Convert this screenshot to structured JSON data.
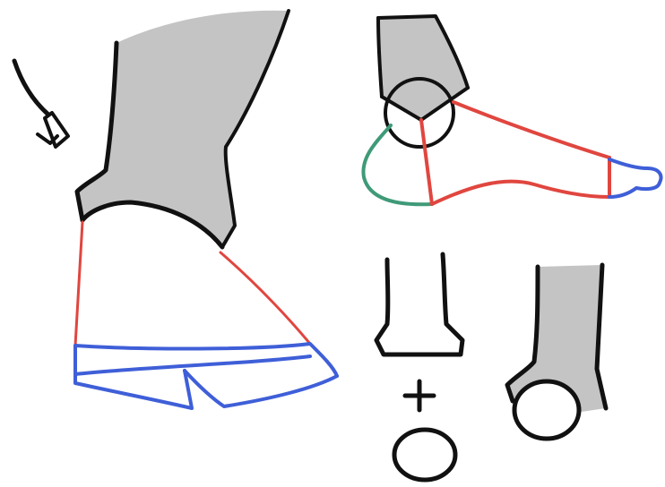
{
  "colors": {
    "background": "#ffffff",
    "shading": "#c4c4c4",
    "ink": "#111111",
    "red": "#e0463f",
    "blue": "#3f5fd8",
    "green": "#3f9a78"
  },
  "figures": [
    {
      "name": "front-foot-view",
      "icon": "foot-front-view"
    },
    {
      "name": "side-foot-view",
      "icon": "foot-side-view"
    },
    {
      "name": "leg-plus-circle-construction",
      "icon": "leg-block-plus-circle"
    },
    {
      "name": "ankle-ball-view",
      "icon": "leg-with-ankle-ball"
    }
  ],
  "symbols": {
    "plus": "+",
    "rotation_arrow": "curved-arrow-icon"
  }
}
